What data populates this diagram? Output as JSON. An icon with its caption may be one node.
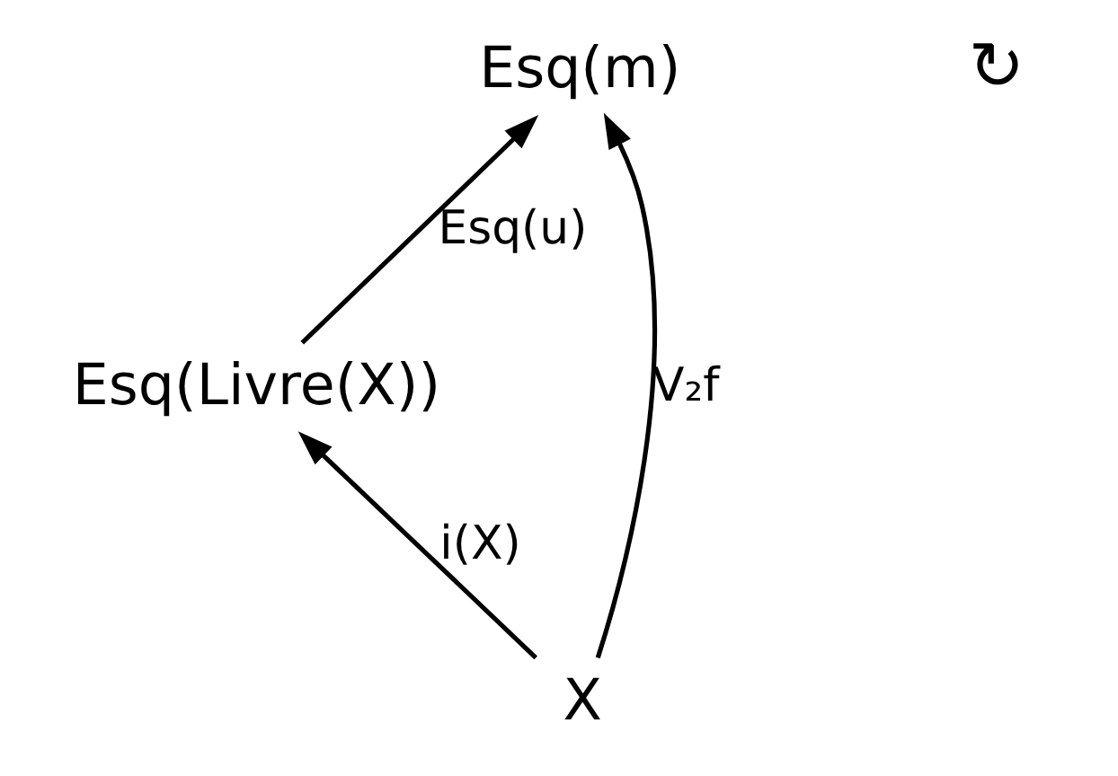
{
  "diagram": {
    "nodes": [
      {
        "text": [
          "Esq(Livre(X))"
        ]
      },
      {
        "text": [
          "Esq(m)"
        ]
      },
      {
        "text": [
          "X"
        ]
      }
    ],
    "edges": [
      {
        "from": 2,
        "to": 0,
        "arrow": "to",
        "label": "i(X)"
      },
      {
        "from": 0,
        "to": 1,
        "arrow": "to",
        "label": "Esq(u)"
      },
      {
        "from": 2,
        "to": 1,
        "arrow": "to",
        "label": "V₂f"
      }
    ],
    "labels": [
      "↻"
    ]
  }
}
